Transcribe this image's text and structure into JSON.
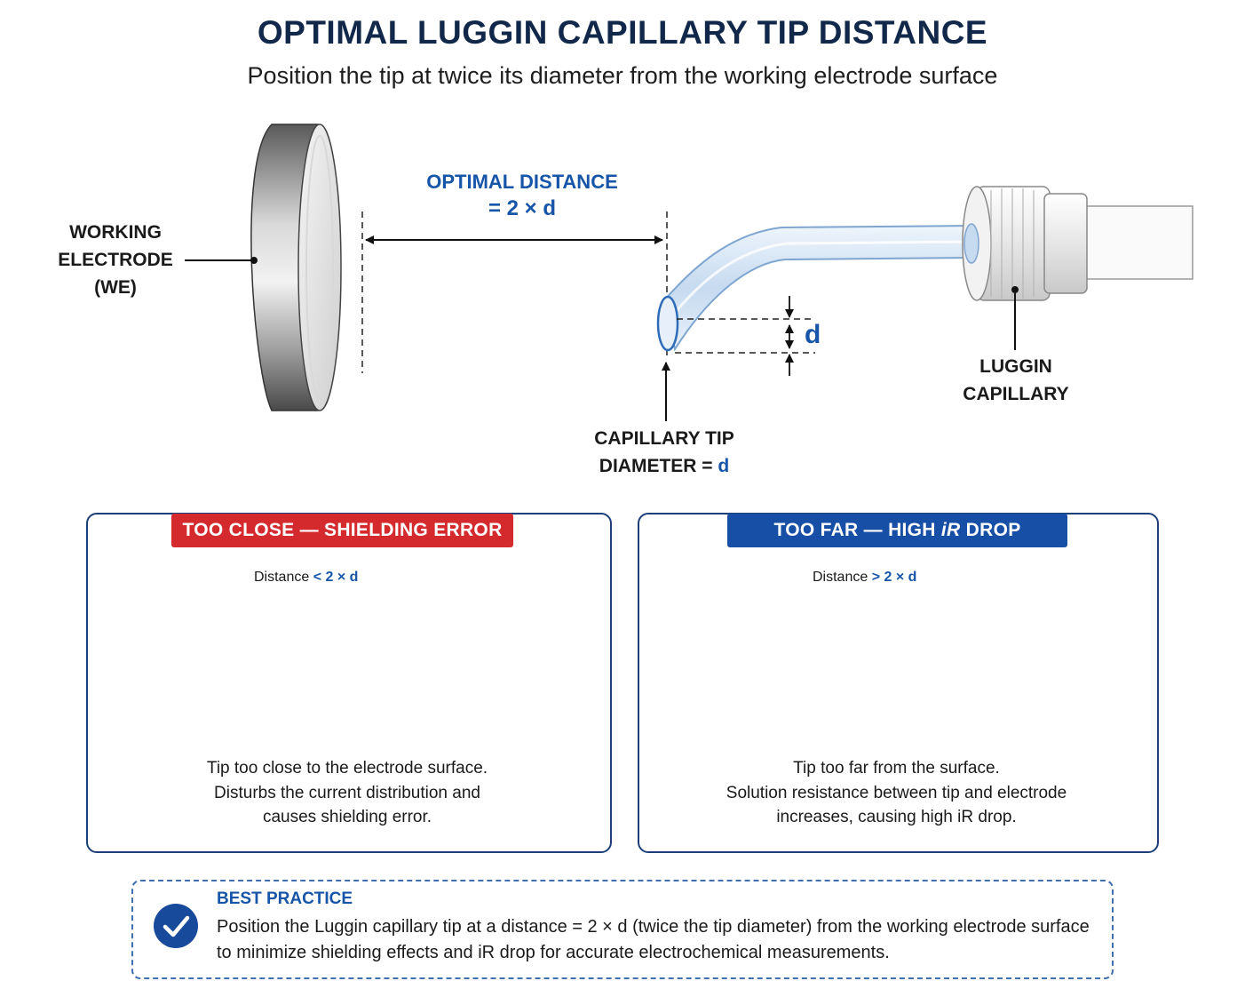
{
  "title": "OPTIMAL LUGGIN CAPILLARY TIP DISTANCE",
  "subtitle": "Position the tip at twice its diameter from the working electrode surface",
  "main_diagram": {
    "working_electrode_label": [
      "WORKING",
      "ELECTRODE",
      "(WE)"
    ],
    "optimal_distance_label": "OPTIMAL DISTANCE",
    "optimal_distance_formula": "= 2 × d",
    "d_label": "d",
    "tip_label_line1": "CAPILLARY TIP",
    "tip_label_line2": "DIAMETER =",
    "tip_label_d": "d",
    "luggin_label": [
      "LUGGIN",
      "CAPILLARY"
    ]
  },
  "panels": [
    {
      "badge": "TOO CLOSE — SHIELDING ERROR",
      "badge_color": "#d42a2e",
      "distance_prefix": "Distance",
      "distance_value": "< 2 × d",
      "description": [
        "Tip too close to the electrode surface.",
        "Disturbs the current distribution and",
        "causes shielding error."
      ]
    },
    {
      "badge_part1": "TOO FAR — HIGH ",
      "badge_italic": "iR",
      "badge_part2": " DROP",
      "badge_color": "#174ea6",
      "distance_prefix": "Distance",
      "distance_value": "> 2 × d",
      "description": [
        "Tip too far from the surface.",
        "Solution resistance between tip and electrode",
        "increases, causing high iR drop."
      ]
    }
  ],
  "best_practice": {
    "title": "BEST PRACTICE",
    "icon": "check-circle-icon",
    "body": "Position the Luggin capillary tip at a distance = 2 × d (twice the tip diameter) from the working electrode surface to minimize shielding effects and iR drop for accurate electrochemical measurements."
  },
  "colors": {
    "title": "#12284a",
    "accent_blue": "#1655a8",
    "error_red": "#d42a2e",
    "panel_border": "#1d3f78"
  }
}
